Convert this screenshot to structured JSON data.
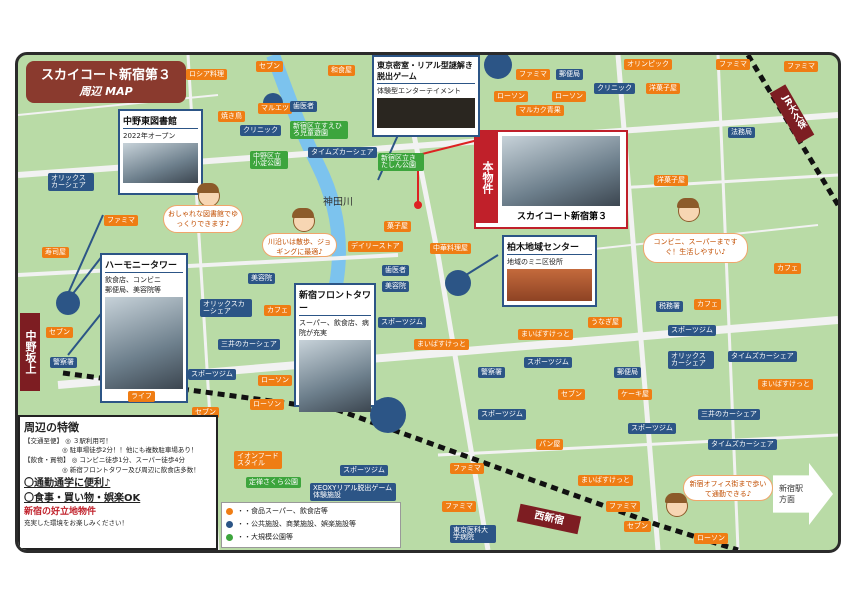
{
  "title": {
    "line1": "スカイコート新宿第３",
    "line2": "周辺 MAP"
  },
  "stations": {
    "jr_okubo": "JR大久保",
    "nakano_sakaue": "中野坂上",
    "nishi_shinjuku": "西新宿",
    "shinjuku": "新宿駅方面"
  },
  "river": "神田川",
  "property": {
    "tag": "本物件",
    "name": "スカイコート新宿第３"
  },
  "callouts": {
    "library": {
      "title": "中野東図書館",
      "sub": "2022年オープン"
    },
    "escape": {
      "title": "東京密室・リアル型謎解き脱出ゲーム",
      "sub": "体験型エンターテイメント"
    },
    "harmony": {
      "title": "ハーモニータワー",
      "sub": "飲食店、コンビニ郵便局、美容院等"
    },
    "frontier": {
      "title": "新宿フロントタワー",
      "sub": "スーパー、飲食店、病院が充実"
    },
    "kashiwagi": {
      "title": "柏木地域センター",
      "sub": "地域のミニ区役所"
    }
  },
  "bubbles": {
    "library": "おしゃれな図書館でゆっくりできます♪",
    "river": "川沿いは散歩、ジョギングに最適♪",
    "convenience": "コンビニ、スーパーまですぐ！生活しやすい♪",
    "office": "新宿オフィス街まで歩いて通勤できる♪"
  },
  "labels": {
    "l1": "ロシア料理",
    "l2": "セブン",
    "l3": "和食屋",
    "l4": "焼き鳥",
    "l5": "マルエツ",
    "l6": "歯医者",
    "l7": "クリニック",
    "l8": "新宿区立すえひろ児童遊園",
    "l9": "中野区立小淀公園",
    "l10": "タイムズカーシェア",
    "l11": "新宿区立きたしん公園",
    "l12": "ファミマ",
    "l13": "ローソン",
    "l14": "マルカク青果",
    "l15": "郵便局",
    "l16": "ローソン",
    "l17": "クリニック",
    "l18": "オリンピック",
    "l19": "ファミマ",
    "l20": "洋菓子屋",
    "l21": "ファミマ",
    "l22": "法務局",
    "l23": "オリックスカーシェア",
    "l24": "寿司屋",
    "l25": "ファミマ",
    "l26": "菓子屋",
    "l27": "デイリーストア",
    "l28": "中華料理屋",
    "l29": "洋菓子屋",
    "l30": "歯医者",
    "l31": "美容院",
    "l32": "美容院",
    "l33": "オリックスカーシェア",
    "l34": "カフェ",
    "l35": "三井のカーシェア",
    "l36": "スポーツジム",
    "l37": "まいばすけっと",
    "l38": "まいばすけっと",
    "l39": "うなぎ屋",
    "l40": "税務署",
    "l41": "カフェ",
    "l42": "カフェ",
    "l43": "セブン",
    "l44": "警察署",
    "l45": "スポーツジム",
    "l46": "ローソン",
    "l47": "ライフ",
    "l48": "ローソン",
    "l49": "セブン",
    "l50": "警察署",
    "l51": "セブン",
    "l52": "郵便局",
    "l53": "オリックスカーシェア",
    "l54": "タイムズカーシェア",
    "l55": "まいばすけっと",
    "l56": "ケーキ屋",
    "l57": "スポーツジム",
    "l58": "スポーツジム",
    "l59": "三井のカーシェア",
    "l60": "タイムズカーシェア",
    "l61": "パン屋",
    "l62": "イオンフードスタイル",
    "l63": "スポーツジム",
    "l64": "定禅さくら公園",
    "l65": "XEOXYリアル脱出ゲーム体験施設",
    "l66": "ファミマ",
    "l67": "まいばすけっと",
    "l68": "ファミマ",
    "l69": "東京医科大学病院",
    "l70": "ファミマ",
    "l71": "セブン",
    "l72": "ローソン",
    "l73": "スポーツジム",
    "l74": "スポーツジム"
  },
  "legend": {
    "i1": "・・食品スーパー、飲食店等",
    "i2": "・・公共施設、商業施設、娯楽施設等",
    "i3": "・・大規模公園等"
  },
  "features": {
    "heading": "周辺の特徴",
    "traffic_tag": "【交通至便】",
    "t1": "◎ ３駅利用可！",
    "t2": "◎ 駐車場徒歩2分！！他にも複数駐車場あり！",
    "food_tag": "【飲食・買物】",
    "f1": "◎ コンビニ徒歩1分、スーパー徒歩4分",
    "f2": "◎ 新宿フロントタワー及び周辺に飲食店多数！",
    "p1": "〇通勤通学に便利♪",
    "p2": "〇食事・買い物・娯楽OK",
    "p3": "新宿の好立地物件",
    "p4": "充実した環境をお楽しみください！"
  },
  "colors": {
    "food": "#ef7d14",
    "public": "#2c5586",
    "park": "#3da53d",
    "accent": "#c0202a",
    "map": "#b9dba6"
  }
}
